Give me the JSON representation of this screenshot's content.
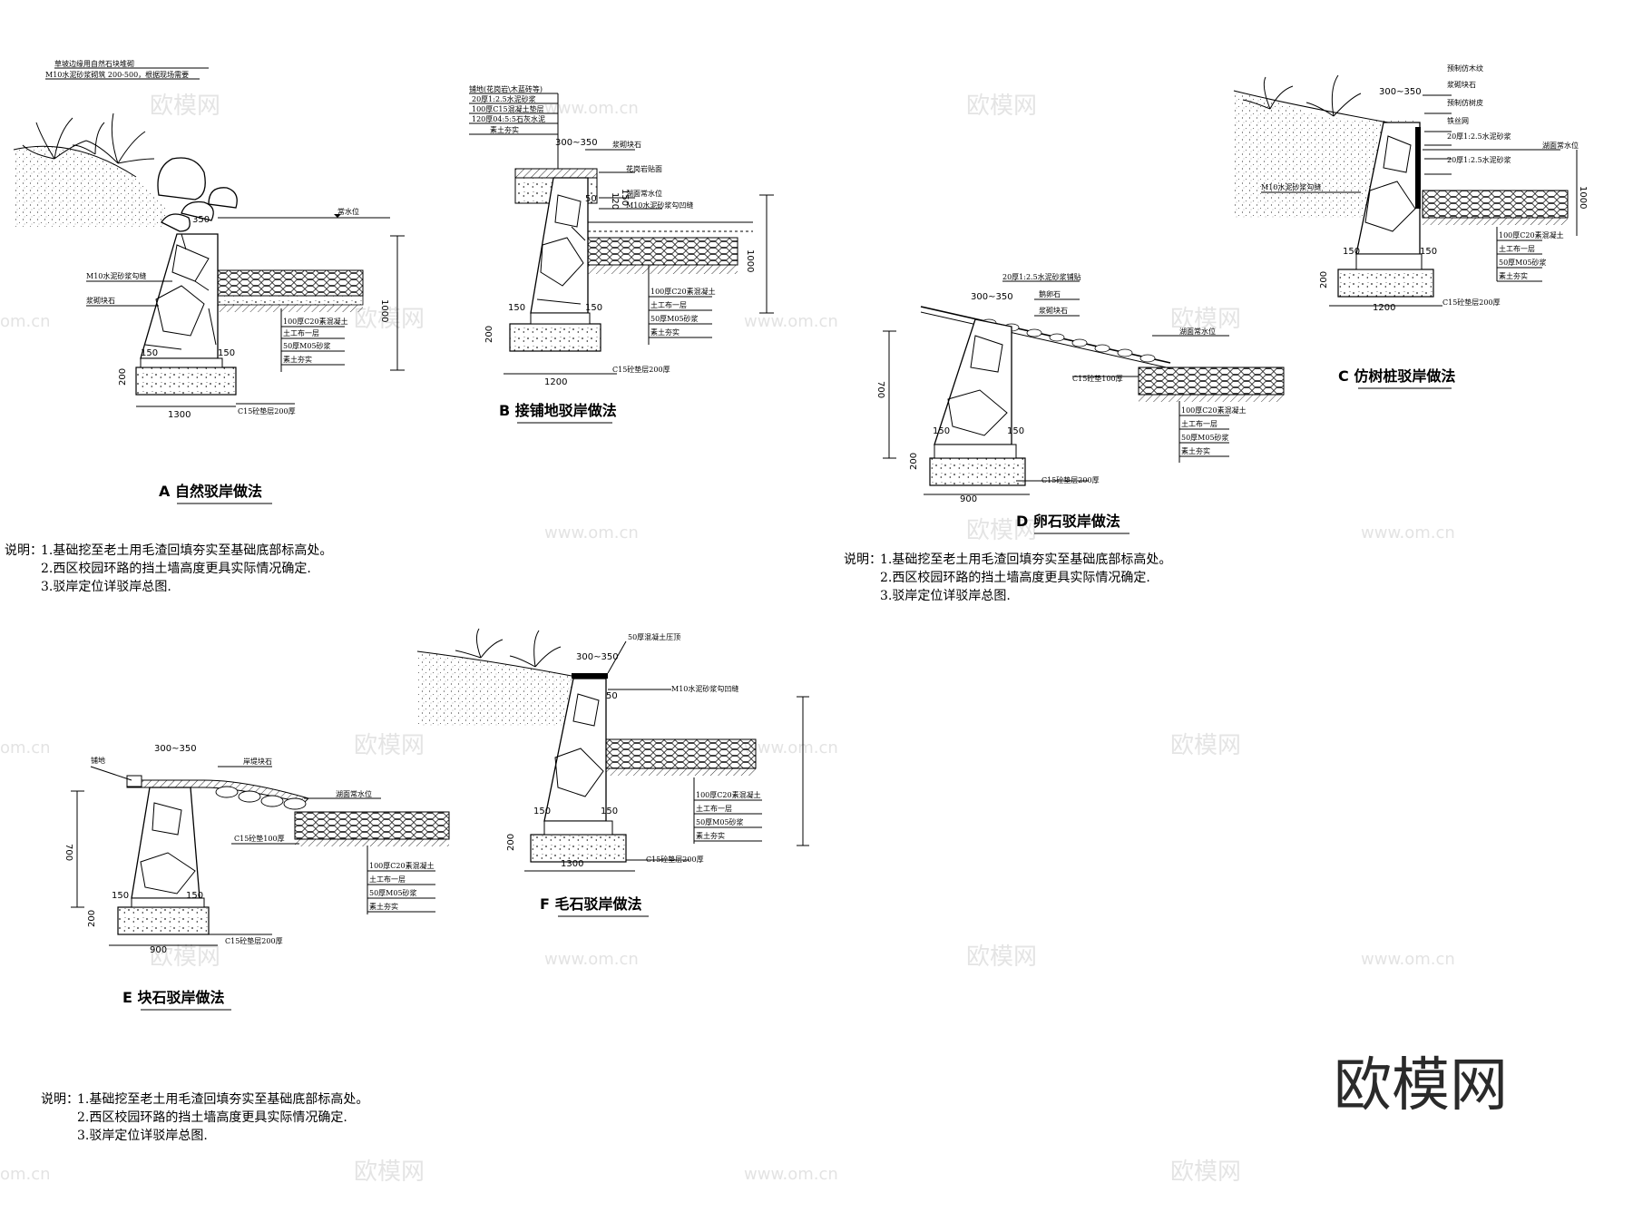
{
  "watermarks": {
    "brand": "欧模网",
    "url": "www.om.cn",
    "url_partial": "om.cn"
  },
  "sectionA": {
    "title": "A 自然驳岸做法",
    "labels": [
      "草坡边缘用自然石块堆砌",
      "M10水泥砂浆砌筑 200-500，根据现场需要",
      "常水位",
      "M10水泥砂浆勾缝",
      "浆砌块石",
      "100厚C20素混凝土",
      "土工布一层",
      "50厚M05砂浆",
      "素土夯实",
      "C15砼垫层200厚"
    ],
    "dims": [
      "350",
      "1000",
      "150",
      "150",
      "200",
      "1300"
    ]
  },
  "sectionB": {
    "title": "B 接铺地驳岸做法",
    "labels": [
      "铺地(花岗岩\\木蓝砖等)",
      "20厚1:2.5水泥砂浆",
      "100厚C15混凝土垫层",
      "120厚04:5:5石灰水泥",
      "素土夯实",
      "浆砌块石",
      "花岗岩贴面",
      "湖面常水位",
      "M10水泥砂浆勾凹缝",
      "100厚C20素混凝土",
      "土工布一层",
      "50厚M05砂浆",
      "素土夯实",
      "C15砼垫层200厚"
    ],
    "dims": [
      "300~350",
      "120",
      "150",
      "50",
      "1000",
      "150",
      "150",
      "200",
      "1200"
    ]
  },
  "sectionC": {
    "title": "C 仿树桩驳岸做法",
    "labels": [
      "预制仿木纹",
      "浆砌块石",
      "预制仿树皮",
      "铁丝网",
      "20厚1:2.5水泥砂浆",
      "20厚1:2.5水泥砂浆",
      "湖面常水位",
      "M10水泥砂浆勾缝",
      "100厚C20素混凝土",
      "土工布一层",
      "50厚M05砂浆",
      "素土夯实",
      "C15砼垫层200厚"
    ],
    "dims": [
      "300~350",
      "1000",
      "150",
      "150",
      "200",
      "1200"
    ]
  },
  "sectionD": {
    "title": "D 卵石驳岸做法",
    "labels": [
      "20厚1:2.5水泥砂浆铺贴",
      "鹅卵石",
      "浆砌块石",
      "湖面常水位",
      "C15砼垫100厚",
      "100厚C20素混凝土",
      "土工布一层",
      "50厚M05砂浆",
      "素土夯实",
      "C15砼垫层200厚"
    ],
    "dims": [
      "300~350",
      "700",
      "150",
      "150",
      "200",
      "900"
    ]
  },
  "sectionE": {
    "title": "E 块石驳岸做法",
    "labels": [
      "铺地",
      "岸堤块石",
      "湖面常水位",
      "C15砼垫100厚",
      "100厚C20素混凝土",
      "土工布一层",
      "50厚M05砂浆",
      "素土夯实",
      "C15砼垫层200厚"
    ],
    "dims": [
      "300~350",
      "700",
      "150",
      "150",
      "200",
      "900"
    ]
  },
  "sectionF": {
    "title": "F 毛石驳岸做法",
    "labels": [
      "50厚混凝土压顶",
      "M10水泥砂浆勾凹缝",
      "100厚C20素混凝土",
      "土工布一层",
      "50厚M05砂浆",
      "素土夯实",
      "C15砼垫层200厚"
    ],
    "dims": [
      "300~350",
      "50",
      "150",
      "150",
      "200",
      "1300"
    ]
  },
  "notes": {
    "heading": "说明：",
    "items": [
      "1.基础挖至老土用毛渣回填夯实至基础底部标高处。",
      "2.西区校园环路的挡土墙高度更具实际情况确定.",
      "3.驳岸定位详驳岸总图."
    ]
  }
}
